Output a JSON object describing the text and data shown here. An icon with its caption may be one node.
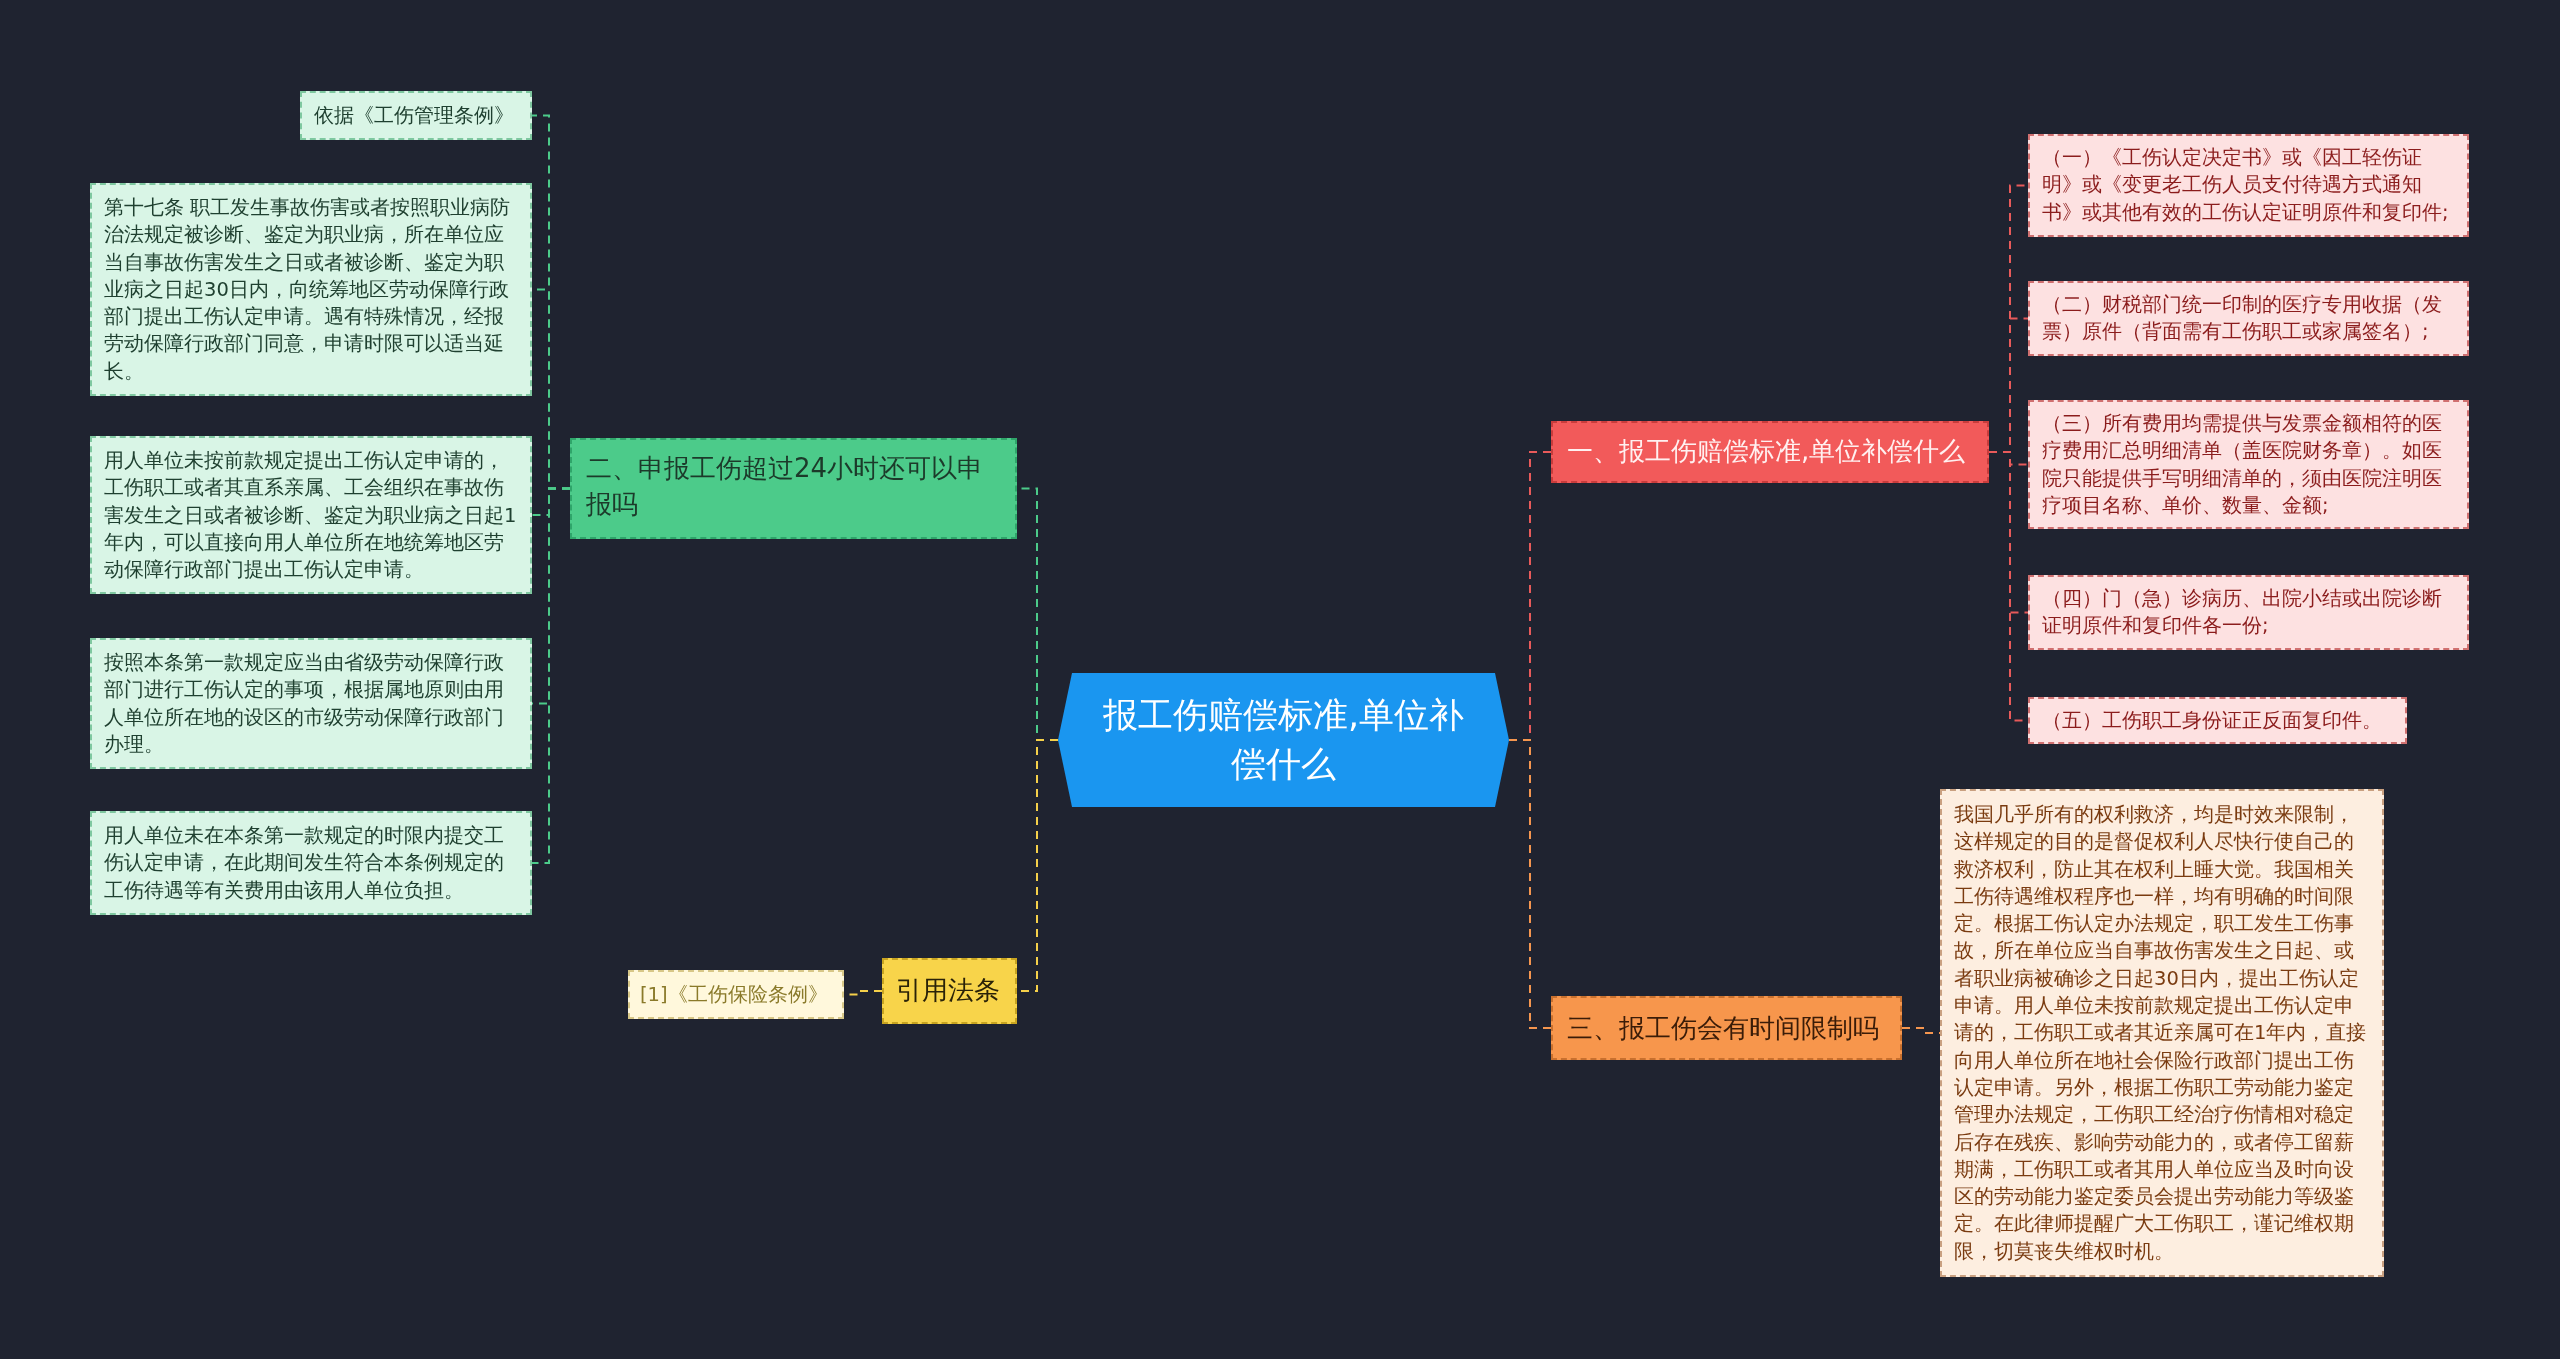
{
  "diagram": {
    "nodes": [
      {
        "text": [
          "报工伤赔偿标准,单位补偿什么"
        ]
      },
      {
        "text": [
          "一、报工伤赔偿标准,单位补偿什么"
        ]
      },
      {
        "text": [
          "（一）《工伤认定决定书》或《因工轻伤证明》或《变更老工伤人员支付待遇方式通知书》或其他有效的工伤认定证明原件和复印件;"
        ]
      },
      {
        "text": [
          "（二）财税部门统一印制的医疗专用收据（发票）原件（背面需有工伤职工或家属签名）;"
        ]
      },
      {
        "text": [
          "（三）所有费用均需提供与发票金额相符的医疗费用汇总明细清单（盖医院财务章）。如医院只能提供手写明细清单的，须由医院注明医疗项目名称、单价、数量、金额;"
        ]
      },
      {
        "text": [
          "（四）门（急）诊病历、出院小结或出院诊断证明原件和复印件各一份;"
        ]
      },
      {
        "text": [
          "（五）工伤职工身份证正反面复印件。"
        ]
      },
      {
        "text": [
          "二、申报工伤超过24小时还可以申报吗"
        ]
      },
      {
        "text": [
          "依据《工伤管理条例》"
        ]
      },
      {
        "text": [
          "第十七条 职工发生事故伤害或者按照职业病防治法规定被诊断、鉴定为职业病，所在单位应当自事故伤害发生之日或者被诊断、鉴定为职业病之日起30日内，向统筹地区劳动保障行政部门提出工伤认定申请。遇有特殊情况，经报劳动保障行政部门同意，申请时限可以适当延长。"
        ]
      },
      {
        "text": [
          "用人单位未按前款规定提出工伤认定申请的，工伤职工或者其直系亲属、工会组织在事故伤害发生之日或者被诊断、鉴定为职业病之日起1年内，可以直接向用人单位所在地统筹地区劳动保障行政部门提出工伤认定申请。"
        ]
      },
      {
        "text": [
          "按照本条第一款规定应当由省级劳动保障行政部门进行工伤认定的事项，根据属地原则由用人单位所在地的设区的市级劳动保障行政部门办理。"
        ]
      },
      {
        "text": [
          "用人单位未在本条第一款规定的时限内提交工伤认定申请，在此期间发生符合本条例规定的工伤待遇等有关费用由该用人单位负担。"
        ]
      },
      {
        "text": [
          "三、报工伤会有时间限制吗"
        ]
      },
      {
        "text": [
          "我国几乎所有的权利救济，均是时效来限制，这样规定的目的是督促权利人尽快行使自己的救济权利，防止其在权利上睡大觉。我国相关工伤待遇维权程序也一样，均有明确的时间限定。根据工伤认定办法规定，职工发生工伤事故，所在单位应当自事故伤害发生之日起、或者职业病被确诊之日起30日内，提出工伤认定申请。用人单位未按前款规定提出工伤认定申请的，工伤职工或者其近亲属可在1年内，直接向用人单位所在地社会保险行政部门提出工伤认定申请。另外，根据工伤职工劳动能力鉴定管理办法规定，工伤职工经治疗伤情相对稳定后存在残疾、影响劳动能力的，或者停工留薪期满，工伤职工或者其用人单位应当及时向设区的劳动能力鉴定委员会提出劳动能力等级鉴定。在此律师提醒广大工伤职工，谨记维权期限，切莫丧失维权时机。"
        ]
      },
      {
        "text": [
          "引用法条"
        ]
      },
      {
        "text": [
          "[1]《工伤保险条例》"
        ]
      }
    ],
    "edges": [
      {
        "from": 0,
        "to": 1,
        "arrow": "none",
        "color": "#e85a5a"
      },
      {
        "from": 1,
        "to": 2,
        "arrow": "none",
        "color": "#e85a5a"
      },
      {
        "from": 1,
        "to": 3,
        "arrow": "none",
        "color": "#e85a5a"
      },
      {
        "from": 1,
        "to": 4,
        "arrow": "none",
        "color": "#e85a5a"
      },
      {
        "from": 1,
        "to": 5,
        "arrow": "none",
        "color": "#e85a5a"
      },
      {
        "from": 1,
        "to": 6,
        "arrow": "none",
        "color": "#e85a5a"
      },
      {
        "from": 0,
        "to": 7,
        "arrow": "none",
        "color": "#4ccb8a"
      },
      {
        "from": 7,
        "to": 8,
        "arrow": "none",
        "color": "#4ccb8a"
      },
      {
        "from": 7,
        "to": 9,
        "arrow": "none",
        "color": "#4ccb8a"
      },
      {
        "from": 7,
        "to": 10,
        "arrow": "none",
        "color": "#4ccb8a"
      },
      {
        "from": 7,
        "to": 11,
        "arrow": "none",
        "color": "#4ccb8a"
      },
      {
        "from": 7,
        "to": 12,
        "arrow": "none",
        "color": "#4ccb8a"
      },
      {
        "from": 0,
        "to": 13,
        "arrow": "none",
        "color": "#f5964f"
      },
      {
        "from": 13,
        "to": 14,
        "arrow": "none",
        "color": "#f5964f"
      },
      {
        "from": 0,
        "to": 15,
        "arrow": "none",
        "color": "#f5d04a"
      },
      {
        "from": 15,
        "to": 16,
        "arrow": "none",
        "color": "#f5d04a"
      }
    ]
  }
}
